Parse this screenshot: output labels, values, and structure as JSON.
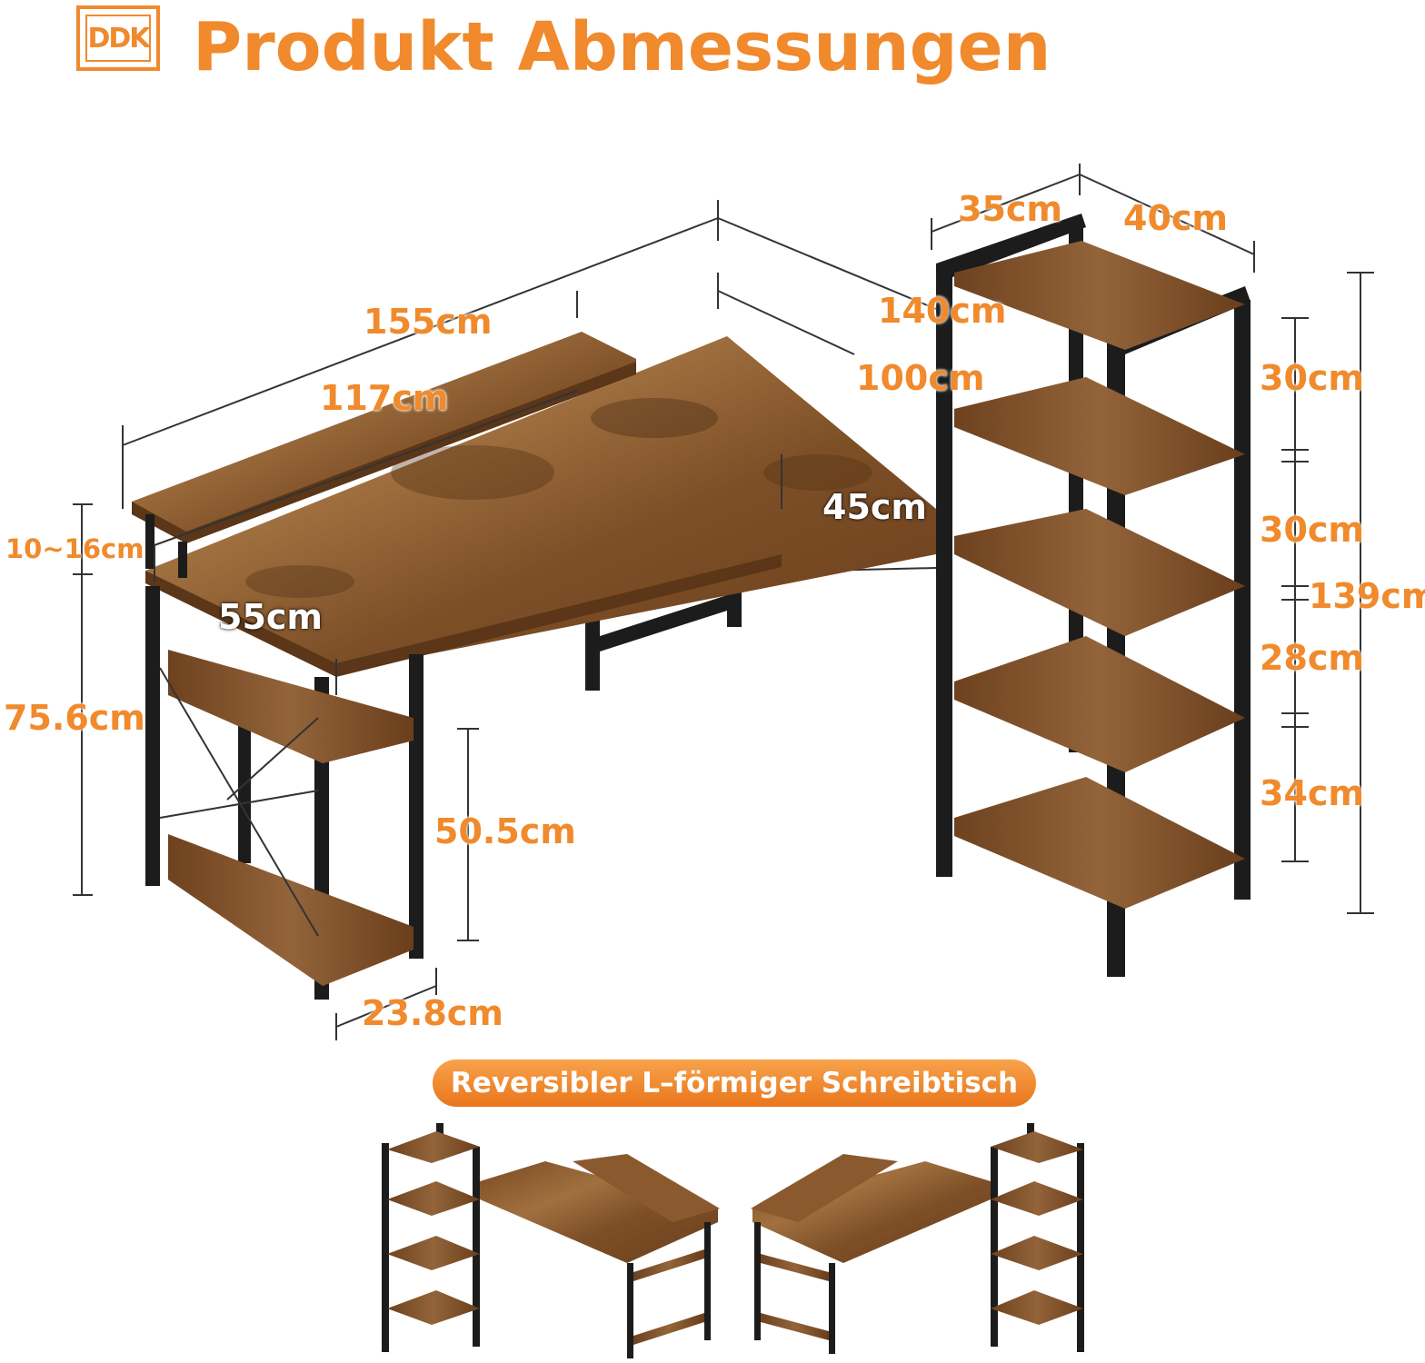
{
  "header": {
    "logo_text": "DDK",
    "title": "Produkt Abmessungen"
  },
  "dimensions": {
    "desk_total_width": "155cm",
    "desk_top_width": "117cm",
    "desk_side_length_total": "140cm",
    "desk_side_length": "100cm",
    "desk_side_depth": "45cm",
    "desk_depth": "55cm",
    "riser_height": "10~16cm",
    "desk_height": "75.6cm",
    "shelf_unit_height": "50.5cm",
    "shelf_unit_width": "23.8cm",
    "bookshelf_depth": "35cm",
    "bookshelf_width": "40cm",
    "shelf_gap_1": "30cm",
    "shelf_gap_2": "30cm",
    "shelf_gap_3": "28cm",
    "shelf_gap_4": "34cm",
    "bookshelf_height": "139cm"
  },
  "reversible_label": "Reversibler L–förmiger Schreibtisch",
  "colors": {
    "accent": "#f08a2c",
    "wood": "#8a5a2e",
    "wood_dark": "#5b3618",
    "frame": "#1c1c1c"
  }
}
